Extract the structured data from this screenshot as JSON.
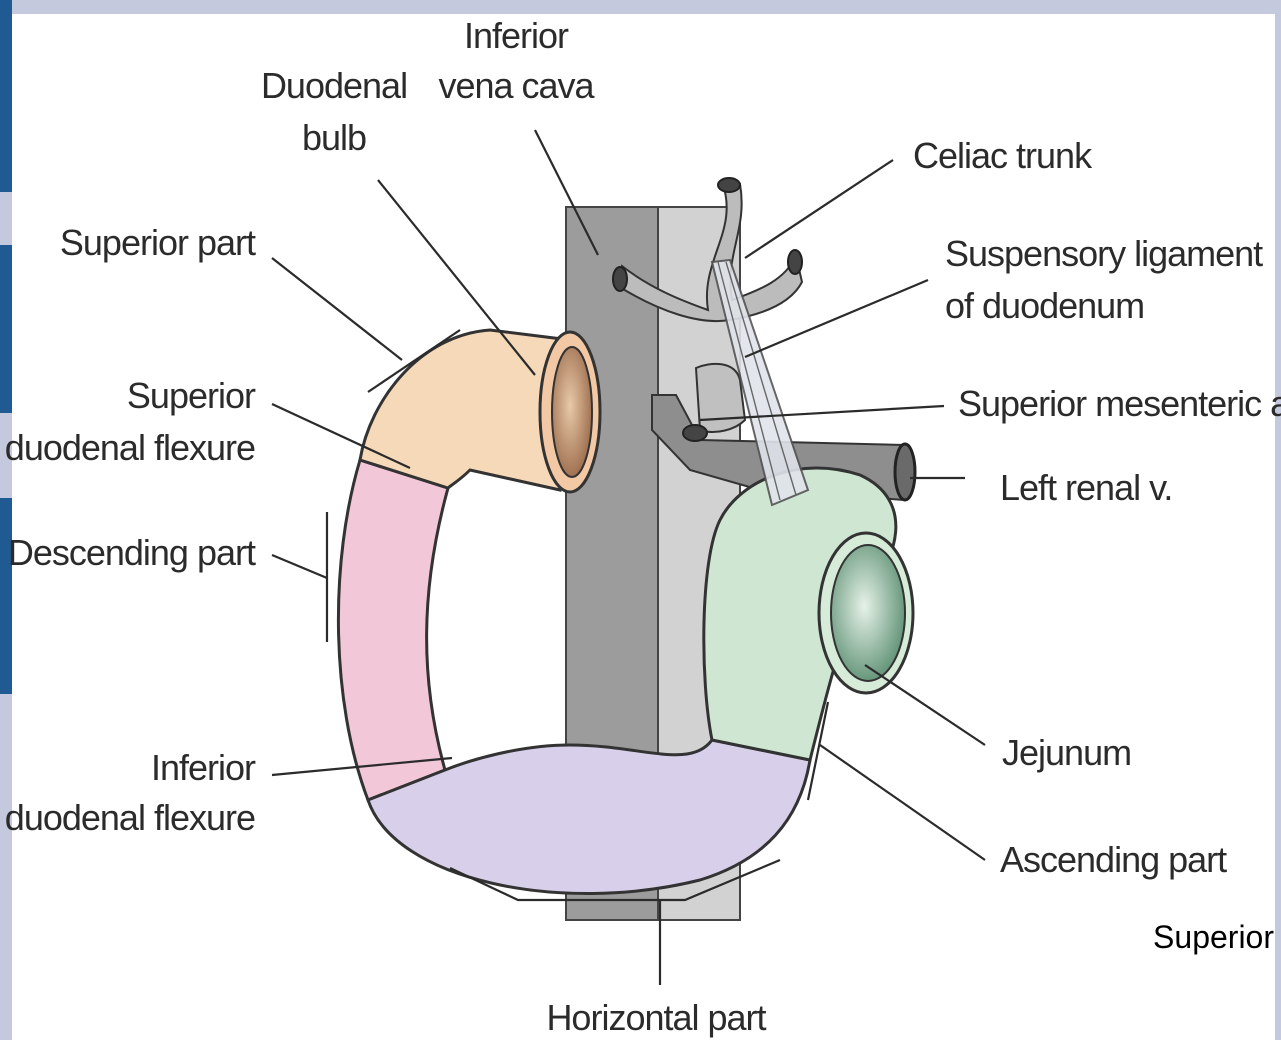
{
  "labels": {
    "inferior_vena_cava_1": "Inferior",
    "inferior_vena_cava_2": "vena cava",
    "duodenal_bulb_1": "Duodenal",
    "duodenal_bulb_2": "bulb",
    "celiac_trunk": "Celiac trunk",
    "suspensory_ligament_1": "Suspensory ligament",
    "suspensory_ligament_2": "of duodenum",
    "superior_part": "Superior part",
    "superior_flexure_1": "Superior",
    "superior_flexure_2": "duodenal flexure",
    "superior_mesenteric": "Superior mesenteric a.",
    "left_renal": "Left renal v.",
    "descending_part": "Descending part",
    "jejunum": "Jejunum",
    "inferior_flexure_1": "Inferior",
    "inferior_flexure_2": "duodenal flexure",
    "ascending_part": "Ascending part",
    "horizontal_part": "Horizontal part"
  },
  "caption": "Superior",
  "colors": {
    "frame": "#c5c9dd",
    "frame_accent": "#1f5a93",
    "superior_part": "#f5d9b8",
    "descending_part": "#f2c7d8",
    "horizontal_part": "#d8d0ea",
    "ascending_part": "#cfe6d3",
    "vena_cava": "#9c9c9c",
    "aorta": "#d0d0d0",
    "vessels": "#b8b8b8"
  }
}
